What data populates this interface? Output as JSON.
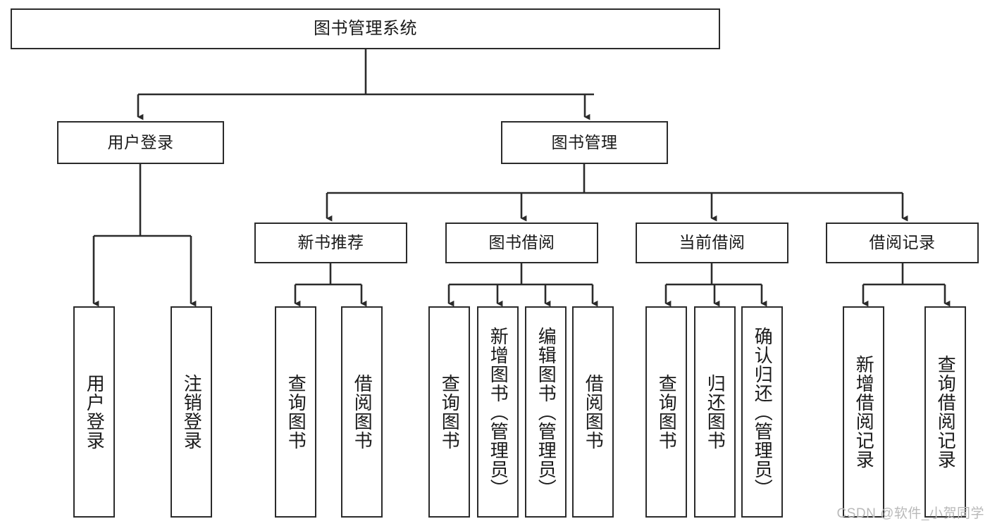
{
  "diagram": {
    "type": "hierarchy-tree",
    "title": "图书管理系统",
    "colors": {
      "box_border": "#2b2b2b",
      "box_fill": "#ffffff",
      "connector": "#2b2b2b",
      "text": "#1a1a1a",
      "watermark": "#b9b9b9"
    },
    "levels": {
      "root": "图书管理系统",
      "level2": [
        "用户登录",
        "图书管理"
      ],
      "level3": [
        "新书推荐",
        "图书借阅",
        "当前借阅",
        "借阅记录"
      ]
    },
    "nodes": {
      "root": {
        "label": "图书管理系统"
      },
      "user_login": {
        "label": "用户登录"
      },
      "book_manage": {
        "label": "图书管理"
      },
      "new_book_rec": {
        "label": "新书推荐"
      },
      "book_borrow": {
        "label": "图书借阅"
      },
      "current_borrow": {
        "label": "当前借阅"
      },
      "borrow_record": {
        "label": "借阅记录"
      }
    },
    "leaves": {
      "user_login": [
        {
          "label": "用户登录"
        },
        {
          "label": "注销登录"
        }
      ],
      "new_book_rec": [
        {
          "label": "查询图书"
        },
        {
          "label": "借阅图书"
        }
      ],
      "book_borrow": [
        {
          "label": "查询图书"
        },
        {
          "label": "新增图书（管理员）"
        },
        {
          "label": "编辑图书（管理员）"
        },
        {
          "label": "借阅图书"
        }
      ],
      "current_borrow": [
        {
          "label": "查询图书"
        },
        {
          "label": "归还图书"
        },
        {
          "label": "确认归还（管理员）"
        }
      ],
      "borrow_record": [
        {
          "label": "新增借阅记录"
        },
        {
          "label": "查询借阅记录"
        }
      ]
    },
    "watermark": "CSDN @软件_小贺同学"
  }
}
